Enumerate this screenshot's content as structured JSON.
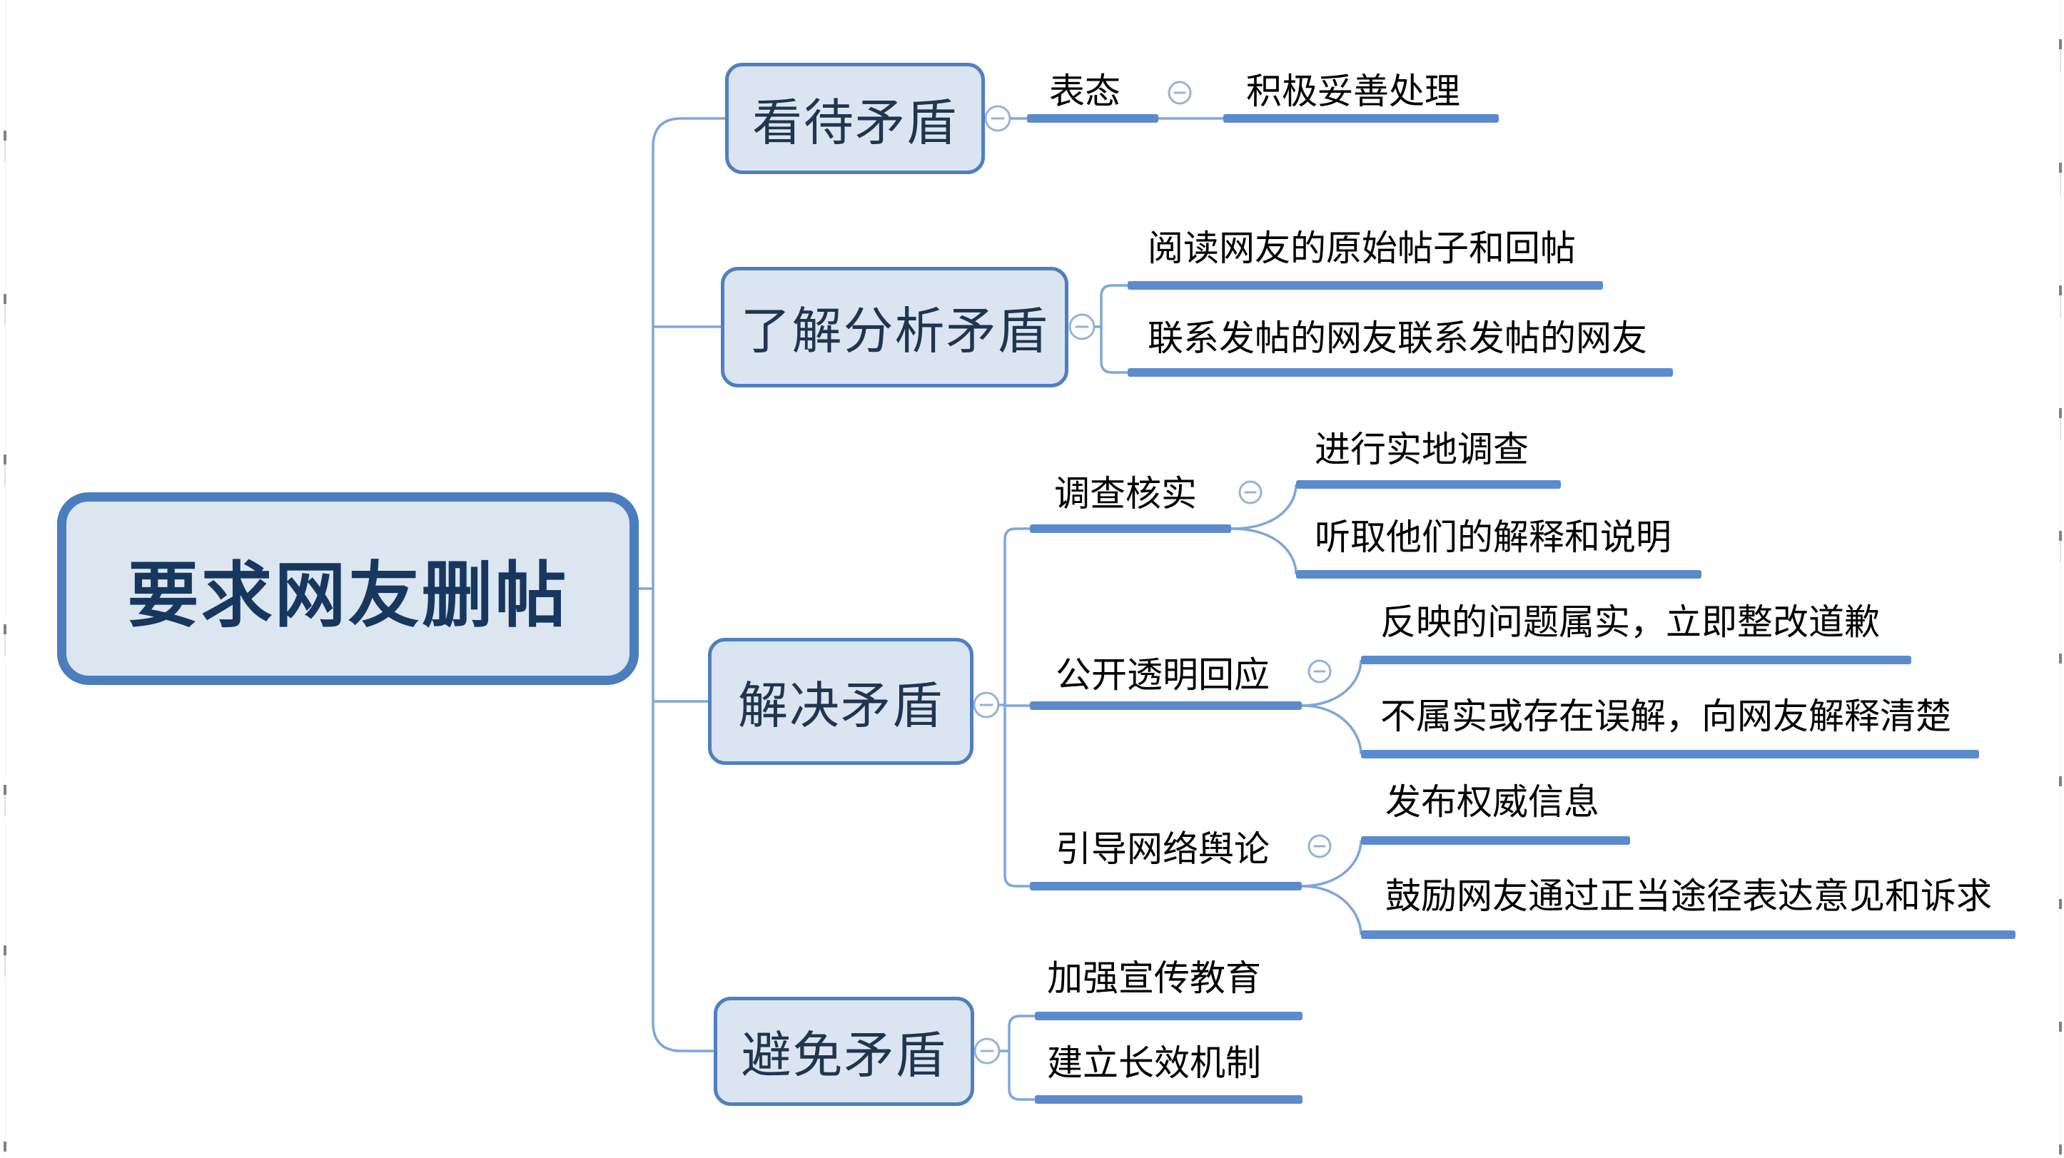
{
  "palette": {
    "bar": "#5b8bcd",
    "wire": "#7da7d8",
    "boxborder": "#4e7fc1",
    "boxfill": "#dbe5f1",
    "boxtext": "#1f3550",
    "rootborder": "#4a7ebc",
    "rootfill": "#dce6f1",
    "roottext": "#17375e",
    "linetext": "#000000",
    "btn": "#95b3d7"
  },
  "map": {
    "root": {
      "label": "要求网友删帖"
    },
    "branches": [
      {
        "label": "看待矛盾",
        "children": [
          {
            "label": "表态",
            "children": [
              {
                "label": "积极妥善处理"
              }
            ]
          }
        ]
      },
      {
        "label": "了解分析矛盾",
        "children": [
          {
            "label": "阅读网友的原始帖子和回帖"
          },
          {
            "label": "联系发帖的网友联系发帖的网友"
          }
        ]
      },
      {
        "label": "解决矛盾",
        "children": [
          {
            "label": "调查核实",
            "children": [
              {
                "label": "进行实地调查"
              },
              {
                "label": "听取他们的解释和说明"
              }
            ]
          },
          {
            "label": "公开透明回应",
            "children": [
              {
                "label": "反映的问题属实，立即整改道歉"
              },
              {
                "label": "不属实或存在误解，向网友解释清楚"
              }
            ]
          },
          {
            "label": "引导网络舆论",
            "children": [
              {
                "label": "发布权威信息"
              },
              {
                "label": "鼓励网友通过正当途径表达意见和诉求"
              }
            ]
          }
        ]
      },
      {
        "label": "避免矛盾",
        "children": [
          {
            "label": "加强宣传教育"
          },
          {
            "label": "建立长效机制"
          }
        ]
      }
    ]
  }
}
